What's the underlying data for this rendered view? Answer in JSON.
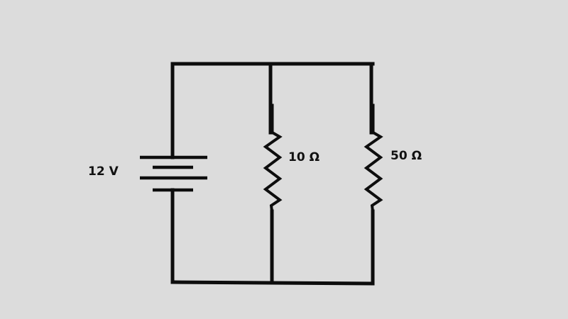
{
  "diagram": {
    "type": "circuit",
    "description": "Parallel resistor circuit with a battery source",
    "colors": {
      "background": "#dcdcdc",
      "wire": "#0d0d0d"
    },
    "source": {
      "kind": "battery",
      "label": "12 V",
      "voltage_volts": 12
    },
    "resistors": [
      {
        "id": "R1",
        "label": "10 Ω",
        "resistance_ohms": 10
      },
      {
        "id": "R2",
        "label": "50 Ω",
        "resistance_ohms": 50
      }
    ],
    "topology": "battery, R1 and R2 connected in parallel between top and bottom rails"
  }
}
